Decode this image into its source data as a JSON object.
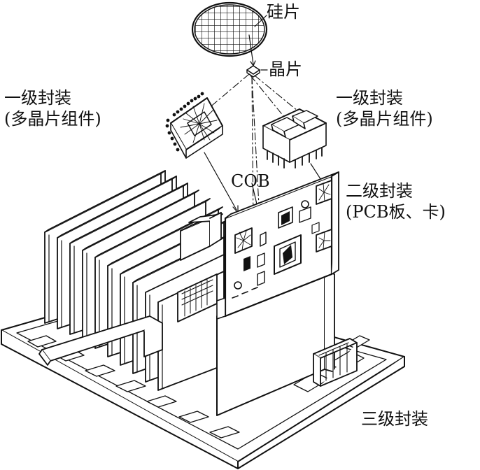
{
  "labels": {
    "wafer": "硅片",
    "die": "晶片",
    "first_level_left": [
      "一级封装",
      "(多晶片组件)"
    ],
    "first_level_right": [
      "一级封装",
      "(多晶片组件)"
    ],
    "cob": "COB",
    "second_level": [
      "二级封装",
      "(PCB板、卡)"
    ],
    "third_level": "三级封装"
  },
  "colors": {
    "ink": "#111111",
    "paper": "#ffffff",
    "screen": "#dddddd"
  }
}
